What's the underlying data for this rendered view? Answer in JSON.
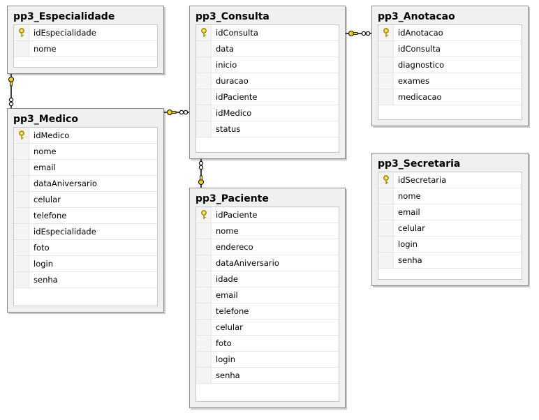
{
  "tables": {
    "especialidade": {
      "name": "pp3_Especialidade",
      "columns": [
        "idEspecialidade",
        "nome"
      ]
    },
    "consulta": {
      "name": "pp3_Consulta",
      "columns": [
        "idConsulta",
        "data",
        "inicio",
        "duracao",
        "idPaciente",
        "idMedico",
        "status"
      ]
    },
    "anotacao": {
      "name": "pp3_Anotacao",
      "columns": [
        "idAnotacao",
        "idConsulta",
        "diagnostico",
        "exames",
        "medicacao"
      ]
    },
    "medico": {
      "name": "pp3_Medico",
      "columns": [
        "idMedico",
        "nome",
        "email",
        "dataAniversario",
        "celular",
        "telefone",
        "idEspecialidade",
        "foto",
        "login",
        "senha"
      ]
    },
    "secretaria": {
      "name": "pp3_Secretaria",
      "columns": [
        "idSecretaria",
        "nome",
        "email",
        "celular",
        "login",
        "senha"
      ]
    },
    "paciente": {
      "name": "pp3_Paciente",
      "columns": [
        "idPaciente",
        "nome",
        "endereco",
        "dataAniversario",
        "idade",
        "email",
        "telefone",
        "celular",
        "foto",
        "login",
        "senha"
      ]
    }
  },
  "colors": {
    "border": "#8c8c8c",
    "key": "#f2d21b",
    "connector": "#000000"
  }
}
